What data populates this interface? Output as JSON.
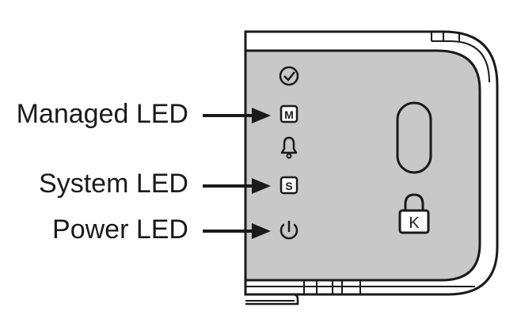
{
  "labels": {
    "managed_led": "Managed LED",
    "system_led": "System LED",
    "power_led": "Power LED"
  },
  "icons": {
    "status": "check-circle-icon",
    "managed": "m-square-icon",
    "alarm": "bell-icon",
    "system": "s-square-icon",
    "power": "power-icon",
    "lock": "kensington-lock-icon"
  },
  "lock_letter": "K",
  "managed_letter": "M",
  "system_letter": "S",
  "colors": {
    "panel": "#c8c8c8",
    "outline": "#1a1a1a",
    "text": "#1a1a1a"
  }
}
